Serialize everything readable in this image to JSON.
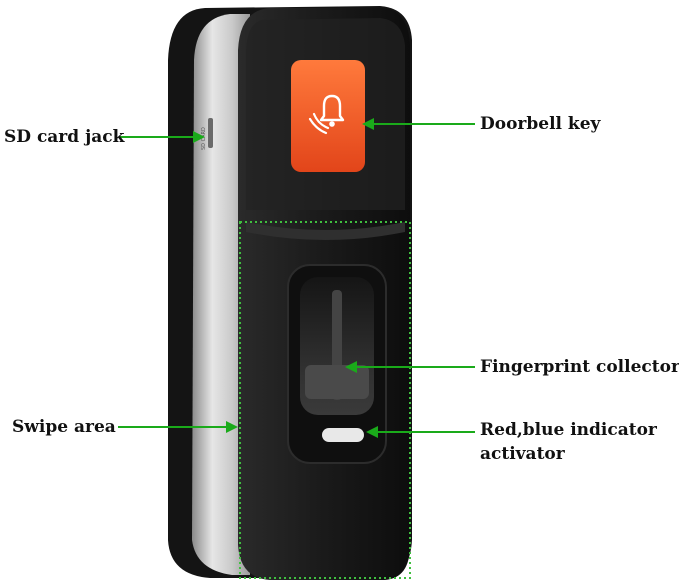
{
  "labels": {
    "sd_card_jack": "SD card jack",
    "doorbell_key": "Doorbell key",
    "fingerprint_collector": "Fingerprint collector",
    "swipe_area": "Swipe area",
    "indicator_line1": "Red,blue indicator",
    "indicator_line2": "activator"
  },
  "colors": {
    "arrow": "#1aaa1a",
    "label_text": "#111111",
    "device_body": "#1b1b1b",
    "side_panel": "#c8c8c8",
    "doorbell_button": "#f05a24",
    "swipe_box": "#3fbf3f"
  },
  "icons": {
    "doorbell": "bell-icon"
  }
}
